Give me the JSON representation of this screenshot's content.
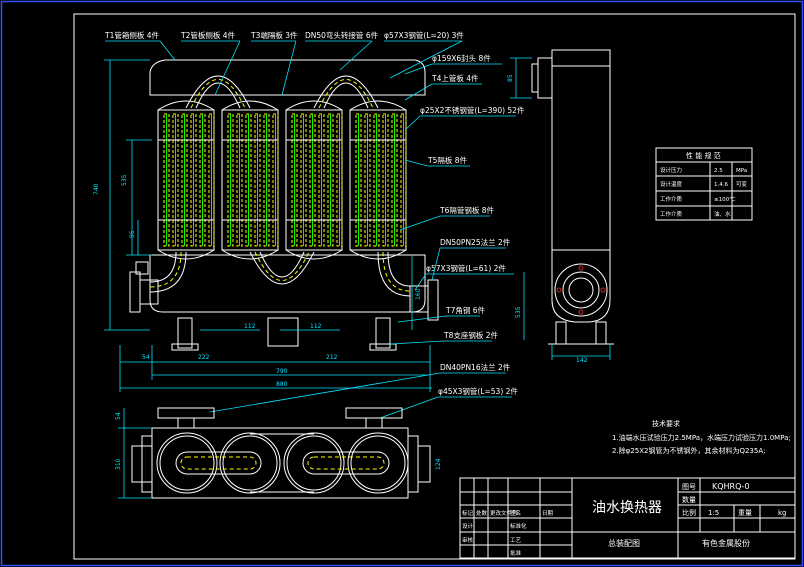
{
  "drawing": {
    "border_color": "#3050ff",
    "background": "#000000",
    "line_color": "#ffffff",
    "leader_color": "#00e5ff",
    "tube_color": "#ffff00"
  },
  "callouts_top": [
    "T1管箱侧板 4件",
    "T2管板侧板 4件",
    "T3端隔板 3件",
    "DN50弯头转接管 6件",
    "φ57X3钢管(L=20) 3件"
  ],
  "callouts_right": [
    "φ159X6封头 8件",
    "T4上管板 4件",
    "φ25X2不锈钢管(L=390) 52件",
    "T5隔板 8件",
    "T6隔管钢板 8件",
    "DN50PN25法兰 2件",
    "φ57X3钢管(L=61) 2件",
    "T7角钢 6件",
    "T8支座钢板 2件",
    "DN40PN16法兰 2件",
    "φ45X3钢管(L=53) 2件"
  ],
  "dimensions": {
    "bottom_small": [
      "54",
      "222",
      "212"
    ],
    "mid": [
      "112",
      "112"
    ],
    "width_total": "790",
    "width_outer": "880",
    "left_height": "740",
    "left_inner": "535",
    "left_small": "95",
    "right_small": "160",
    "right_mid": "535",
    "side_top": "85",
    "side_width": "142",
    "plan_height": "310",
    "plan_small": "54",
    "plan_right": "124"
  },
  "tech_table": {
    "title": "性 能 规 范",
    "rows": [
      [
        "设计压力",
        "2.5",
        "MPa"
      ],
      [
        "设计温度",
        "1.4.6",
        "可变"
      ],
      [
        "工作介质",
        "≤100℃",
        ""
      ],
      [
        "工作介质",
        "油、水",
        ""
      ]
    ]
  },
  "notes": {
    "title": "技术要求",
    "lines": [
      "1.油端水压试验压力2.5MPa，水端压力试验压力1.0MPa;",
      "2.除φ25X2钢管为不锈钢外，其余材料为Q235A;"
    ]
  },
  "title_block": {
    "name": "油水换热器",
    "code_label": "图号",
    "code": "KQHRQ-0",
    "qty_label": "数量",
    "scale_label": "比例",
    "scale": "1:5",
    "weight_label": "重量",
    "weight_unit": "kg",
    "drawing_type": "总装配图",
    "company": "有色金属股份",
    "left_rows": [
      [
        "标记",
        "处数",
        "更改文件号",
        "签名",
        "日期"
      ],
      [
        "设计",
        "",
        "",
        "标准化",
        ""
      ],
      [
        "审核",
        "",
        "",
        "工艺",
        ""
      ],
      [
        "",
        "",
        "",
        "批准",
        ""
      ]
    ]
  }
}
